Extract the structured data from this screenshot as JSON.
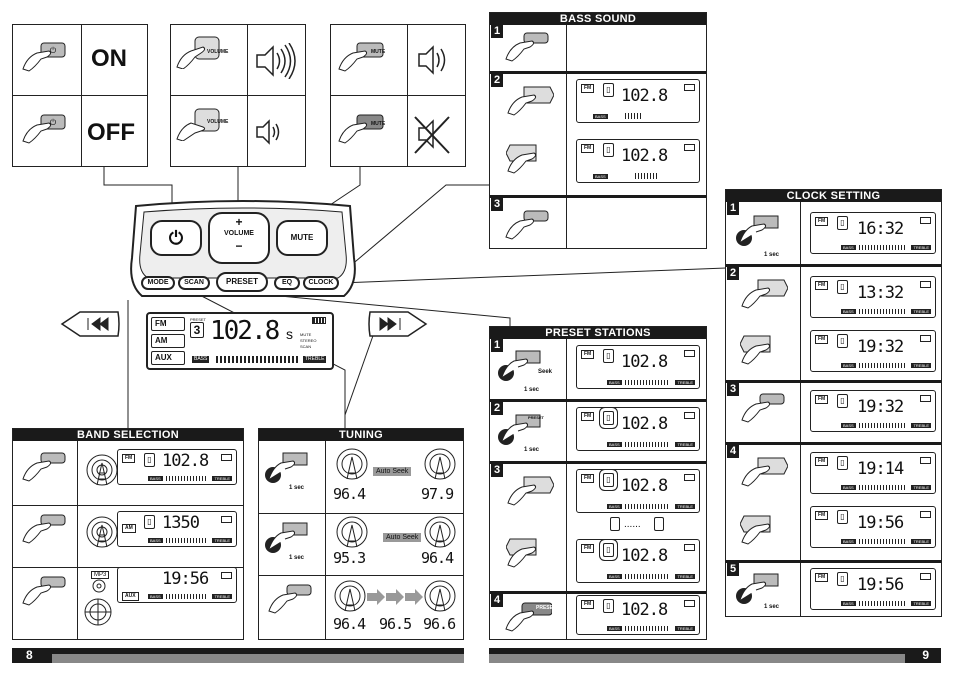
{
  "sections": {
    "bass_sound": {
      "title": "BASS SOUND",
      "steps": [
        "1",
        "2",
        "3"
      ]
    },
    "clock_setting": {
      "title": "CLOCK SETTING",
      "steps": [
        "1",
        "2",
        "3",
        "4",
        "5"
      ],
      "times": [
        "16:32",
        "13:32",
        "19:32",
        "19:32",
        "19:14",
        "19:56",
        "19:56"
      ],
      "hold": "1 sec",
      "hold5": "1 sec"
    },
    "preset_stations": {
      "title": "PRESET STATIONS",
      "steps": [
        "1",
        "2",
        "3",
        "4"
      ],
      "seek": "Seek",
      "hold": "1 sec",
      "hold2": "1 sec",
      "preset_btn": "PRESET",
      "preset_btn4": "PRESET",
      "dots": "......"
    },
    "band_selection": {
      "title": "BAND SELECTION",
      "band_fm": "FM",
      "band_am": "AM",
      "band_aux": "AUX",
      "freq_fm": "102.8",
      "freq_am": "1350",
      "time_aux": "19:56",
      "mp3": "MP3"
    },
    "tuning": {
      "title": "TUNING",
      "hold": "1 sec",
      "hold2": "1 sec",
      "auto_seek": "Auto Seek",
      "auto_seek2": "Auto Seek",
      "row1": [
        "96.4",
        "97.9"
      ],
      "row2": [
        "95.3",
        "96.4"
      ],
      "row3": [
        "96.4",
        "96.5",
        "96.6"
      ]
    }
  },
  "top": {
    "on": "ON",
    "off": "OFF",
    "volume": "VOLUME",
    "volume2": "VOLUME",
    "mute": "MUTE",
    "mute2": "MUTE",
    "plus": "+",
    "minus": "−"
  },
  "device": {
    "volume": "VOLUME",
    "mute": "MUTE",
    "plus": "+",
    "minus": "−",
    "mode": "MODE",
    "scan": "SCAN",
    "preset": "PRESET",
    "eq": "EQ",
    "clock": "CLOCK",
    "lcd": {
      "fm": "FM",
      "am": "AM",
      "aux": "AUX",
      "preset_label": "PRESET",
      "preset_num": "3",
      "freq": "102.8",
      "s": "s",
      "mute": "MUTE",
      "stereo": "STEREO",
      "scan": "SCAN",
      "bass": "BASS",
      "treble": "TREBLE"
    }
  },
  "lcd": {
    "fm": "FM",
    "am": "AM",
    "aux": "AUX",
    "freq": "102.8",
    "s": "s",
    "bass": "BASS",
    "treble": "TREBLE"
  },
  "pages": {
    "left": "8",
    "right": "9"
  }
}
